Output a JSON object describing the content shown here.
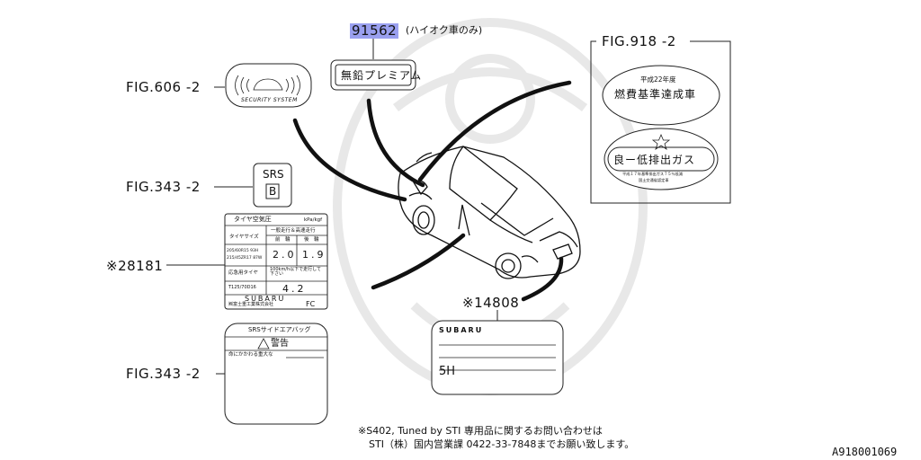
{
  "callouts": {
    "part_91562": "91562",
    "part_91562_note": "(ハイオク車のみ)",
    "fig_606": "FIG.606 -2",
    "fig_343_top": "FIG.343 -2",
    "part_28181": "※28181",
    "fig_343_bottom": "FIG.343 -2",
    "part_14808": "※14808",
    "fig_918": "FIG.918 -2"
  },
  "labels": {
    "premium": "無鉛プレミアム",
    "security": "SECURITY SYSTEM",
    "srs_top": "SRS",
    "srs_bottom": "B",
    "tire_title": "タイヤ空気圧",
    "tire_unit": "kPa/kgf",
    "tire_speed": "一般走行＆高速走行",
    "tire_front": "前　輪",
    "tire_rear": "後　輪",
    "tire_size": "タイヤサイズ",
    "tire_spec1": "205/60R15 93H",
    "tire_spec2": "215/45ZR17 87W",
    "tire_val_front": "2.0",
    "tire_val_rear": "1.9",
    "tire_emerg": "応急用タイヤ",
    "tire_emerg_note": "100km/h以下で走行して下さい",
    "tire_emerg_size": "T125/70D16",
    "tire_emerg_val": "4.2",
    "tire_brand": "SUBARU",
    "tire_maker": "㈱富士重工業株式会社",
    "tire_code": "FC",
    "airbag_title": "SRSサイドエアバッグ",
    "airbag_warning": "警告",
    "airbag_text": "命にかかわる重大な",
    "info_brand": "SUBARU",
    "info_code": "5H",
    "eco_year": "平成22年度",
    "eco_text": "燃費基準達成車",
    "gas_text": "良ー低排出ガス",
    "gas_small1": "平成１７年基準排出ガス７５％低減",
    "gas_small2": "国土交通省認定車"
  },
  "footer": {
    "line1": "※S402, Tuned by STI 専用品に関するお問い合わせは",
    "line2": "STI（株）国内営業課 0422-33-7848までお願い致します。"
  },
  "diagram_id": "A918001069"
}
